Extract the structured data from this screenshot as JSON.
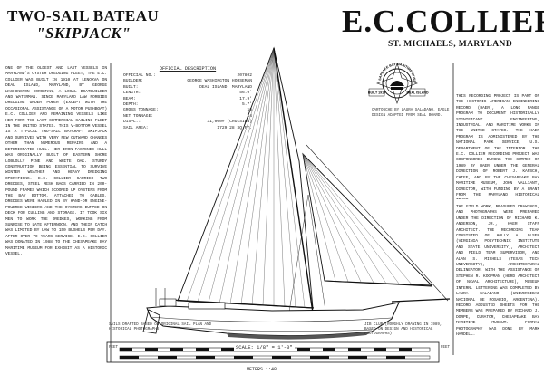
{
  "header": {
    "title_line1": "TWO-SAIL BATEAU",
    "title_line2": "\"SKIPJACK\"",
    "vessel_name": "E.C.COLLIER",
    "location": "ST. MICHAELS, MARYLAND"
  },
  "left_description": "ONE OF THE OLDEST AND LAST VESSELS IN MARYLAND'S OYSTER DREDGING FLEET, THE E.C. COLLIER WAS BUILT IN 1910 AT LENOXVA ON DEAL ISLAND, MARYLAND, BY GEORGE WASHINGTON HORSEMAN, A LOCAL BOATBUILDER AND WATERMAN. SINCE MARYLAND LAW FORBIDS DREDGING UNDER POWER (EXCEPT WITH THE OCCASIONAL ASSISTANCE OF A MOTOR PUSHBOAT) E.C. COLLIER AND REMAINING VESSELS LIKE HER FORM THE LAST COMMERCIAL SAILING FLEET IN THE UNITED STATES. THIS V-BOTTOM VESSEL IS A TYPICAL TWO-SAIL BAYCRAFT SKIPJACK AND SURVIVES WITH VERY FEW OUTWARD CHANGES OTHER THAN NUMEROUS REPAIRS AND A DETERIORATED HULL. HER IRON-FASTENED HULL WAS ORIGINALLY BUILT OF EASTERN SHORE LOBLOLLY PINE AND WHITE OAK. STURDY CONSTRUCTION BEING ESSENTIAL TO SURVIVE WINTER WEATHER AND HEAVY DREDGING OPERATIONS. E.C. COLLIER CARRIED TWO DREDGES, STEEL MESH BAGS CARRIED IN 200-POUND FRAMES WHICH SCOOPED UP OYSTERS FROM THE BAY BOTTOM. ATTACHED TO CABLES, DREDGES WERE HAULED IN BY HAND-OR ENGINE-POWERED WINDERS AND THE OYSTERS DUMPED ON DECK FOR CULLING AND STORAGE. IT TOOK SIX MEN TO WORK THE DREDGES, WORKING FROM SUNRISE TO LATE AFTERNOON, AND THEIR CATCH WAS LIMITED BY LAW TO 150 BUSHELS PER DAY. AFTER OVER 70 YEARS SERVICE, E.C. COLLIER WAS DONATED IN 1988 TO THE CHESAPEAKE BAY MARITIME MUSEUM FOR EXHIBIT AS A HISTORIC VESSEL.",
  "specifications": {
    "heading": "OFFICIAL DESCRIPTION",
    "rows": [
      {
        "label": "OFFICIAL NO.:",
        "value": "207802"
      },
      {
        "label": "BUILDER:",
        "value": "GEORGE WASHINGTON HORSEMAN"
      },
      {
        "label": "BUILT:",
        "value": "DEAL ISLAND, MARYLAND"
      },
      {
        "label": "LENGTH:",
        "value": "56.0'"
      },
      {
        "label": "BEAM:",
        "value": "17.9'"
      },
      {
        "label": "DEPTH:",
        "value": "5.7'"
      },
      {
        "label": "GROSS TONNAGE:",
        "value": "16"
      },
      {
        "label": "NET TONNAGE:",
        "value": "14"
      },
      {
        "label": "DISPL.:",
        "value": "31,000# (CRUISING)"
      },
      {
        "label": "SAIL AREA:",
        "value": "1729.28 SQ FT."
      }
    ]
  },
  "drawing_credit": "CARTOUCHE BY LAURA SALADANO, EAGLE DESIGN ADAPTED FROM SEAL BOARD.",
  "seal": {
    "top_text": "CHESAPEAKE BAY MARITIME MUSEUM",
    "left_text": "BUILT 1910",
    "right_text": "DEAL ISLAND"
  },
  "right_description_1": "THIS RECORDING PROJECT IS PART OF THE HISTORIC AMERICAN ENGINEERING RECORD (HAER), A LONG RANGE PROGRAM TO DOCUMENT HISTORICALLY SIGNIFICANT ENGINEERING, INDUSTRIAL, AND MARITIME WORKS IN THE UNITED STATES. THE HAER PROGRAM IS ADMINISTERED BY THE NATIONAL PARK SERVICE, U.S. DEPARTMENT OF THE INTERIOR. THE E.C. COLLIER RECORDING PROJECT WAS COSPONSORED DURING THE SUMMER OF 1989 BY HAER UNDER THE GENERAL DIRECTION OF ROBERT J. KAPSCH, CHIEF, AND BY THE CHESAPEAKE BAY MARITIME MUSEUM, JOHN VALLIANT, DIRECTOR, WITH FUNDING BY A GRANT FROM THE MARYLAND HISTORICAL TRUST.",
  "right_description_2": "THE FIELD WORK, MEASURED DRAWINGS, AND PHOTOGRAPHS WERE PREPARED UNDER THE DIRECTION OF RICHARD K. ANDERSON, JR., HAER STAFF ARCHITECT. THE RECORDING TEAM CONSISTED OF HOLLY A. OLSEN (VIRGINIA POLYTECHNIC INSTITUTE AND STATE UNIVERSITY), ARCHITECT AND FIELD TEAM SUPERVISOR, AND ALAN S. MICHELS (TEXAS TECH UNIVERSITY), ARCHITECTURAL DELINEATOR, WITH THE ASSISTANCE OF STEPHEN R. KOOPMAN (HERD ARCHITECT OF NAVAL ARCHITECTURE), MUSEUM INTERN. LETTERING WAS COMPLETED BY LAURA SALADANO (UNIVERSIDAD NACIONAL DE ROSARIO, ARGENTINA). RECORD ADJUSTED SHEETS FOR THE MEMBERS WAS PREPARED BY RICHARD J. DORPE, CURATOR, CHESAPEAKE BAY MARITIME MUSEUM. FORMAL PHOTOGRAPHY WAS DONE BY MARK HARDELL.",
  "drawing_notes": {
    "left": "SAILS DRAFTED BASED ON ORIGINAL SAIL PLAN AND HISTORICAL PHOTOGRAPHS.",
    "right": "JIB CLUB (ROUGHLY DRAWING IN 1989, BASED ON DESIGN AND HISTORICAL PHOTOGRAPHS)."
  },
  "scale": {
    "label": "SCALE: 1/8\" = 1'-0\"",
    "unit_left": "FEET",
    "unit_right": "FEET",
    "metric_label": "METERS 1:48"
  }
}
